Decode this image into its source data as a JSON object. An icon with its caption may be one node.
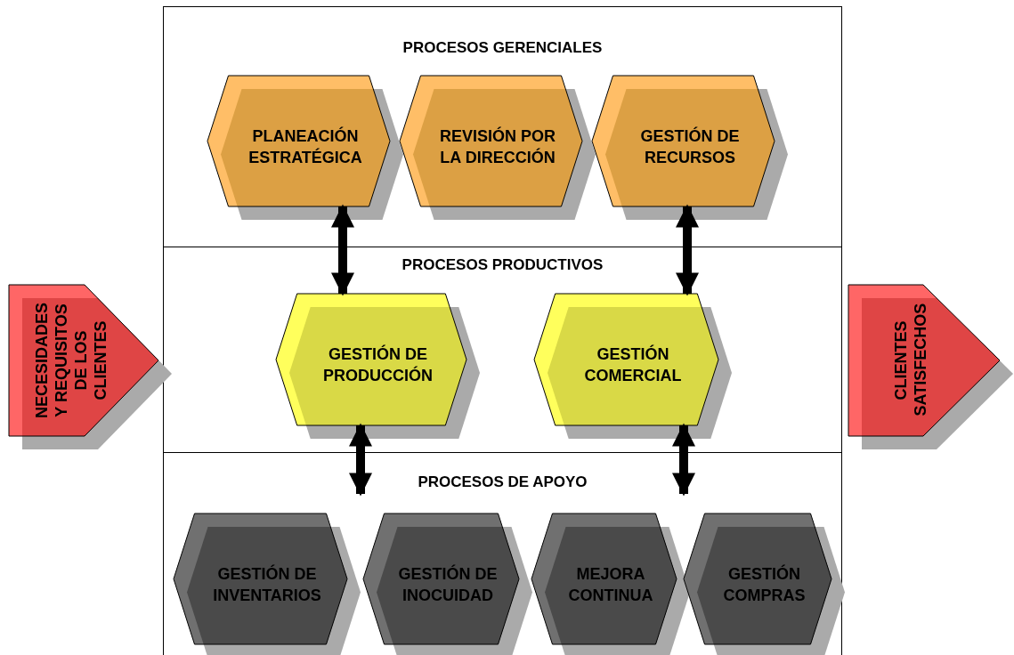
{
  "diagram": {
    "nodes": [
      {
        "text": [
          "PROCESOS GERENCIALES"
        ]
      },
      {
        "text": [
          "PLANEACIÓN ESTRATÉGICA"
        ],
        "in": 0
      },
      {
        "text": [
          "REVISIÓN POR LA DIRECCIÓN"
        ],
        "in": 0
      },
      {
        "text": [
          "GESTIÓN DE RECURSOS"
        ],
        "in": 0
      },
      {
        "text": [
          "PROCESOS PRODUCTIVOS"
        ]
      },
      {
        "text": [
          "GESTIÓN DE PRODUCCIÓN"
        ],
        "in": 4
      },
      {
        "text": [
          "GESTIÓN COMERCIAL"
        ],
        "in": 4
      },
      {
        "text": [
          "PROCESOS DE APOYO"
        ]
      },
      {
        "text": [
          "GESTIÓN DE INVENTARIOS"
        ],
        "in": 7
      },
      {
        "text": [
          "GESTIÓN DE INOCUIDAD"
        ],
        "in": 7
      },
      {
        "text": [
          "MEJORA CONTINUA"
        ],
        "in": 7
      },
      {
        "text": [
          "GESTIÓN COMPRAS"
        ],
        "in": 7
      },
      {
        "text": [
          "NECESIDADES Y REQUISITOS DE LOS CLIENTES"
        ]
      },
      {
        "text": [
          "CLIENTES SATISFECHOS"
        ]
      }
    ],
    "edges": [
      {
        "from": 1,
        "to": 5,
        "arrow": "both"
      },
      {
        "from": 3,
        "to": 6,
        "arrow": "both"
      },
      {
        "from": 5,
        "to": 7,
        "arrow": "both"
      },
      {
        "from": 6,
        "to": 7,
        "arrow": "both"
      }
    ]
  }
}
